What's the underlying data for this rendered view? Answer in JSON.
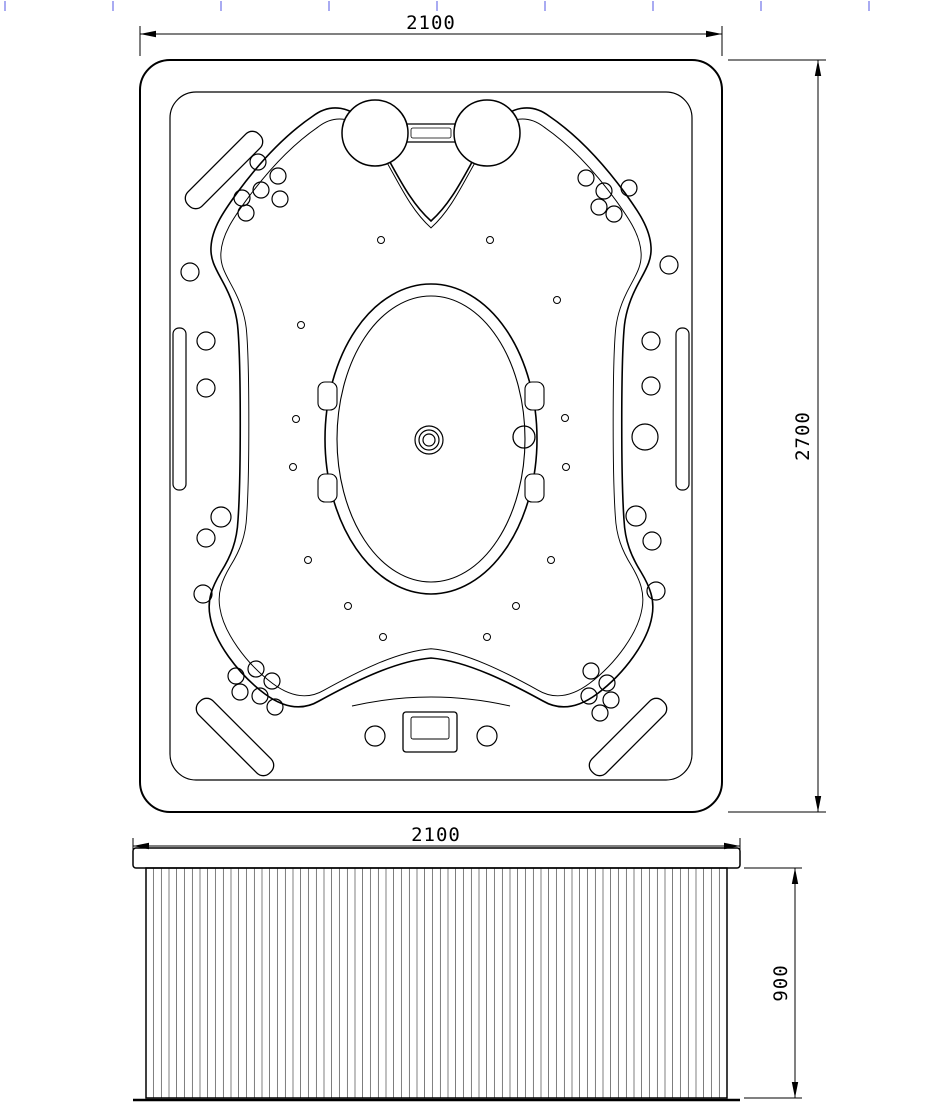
{
  "dimensions": {
    "top_view_width": "2100",
    "top_view_height": "2700",
    "side_view_width": "2100",
    "side_view_height": "900"
  },
  "colors": {
    "line": "#000000",
    "background": "#ffffff",
    "ruler_tick": "#a9abf2"
  }
}
